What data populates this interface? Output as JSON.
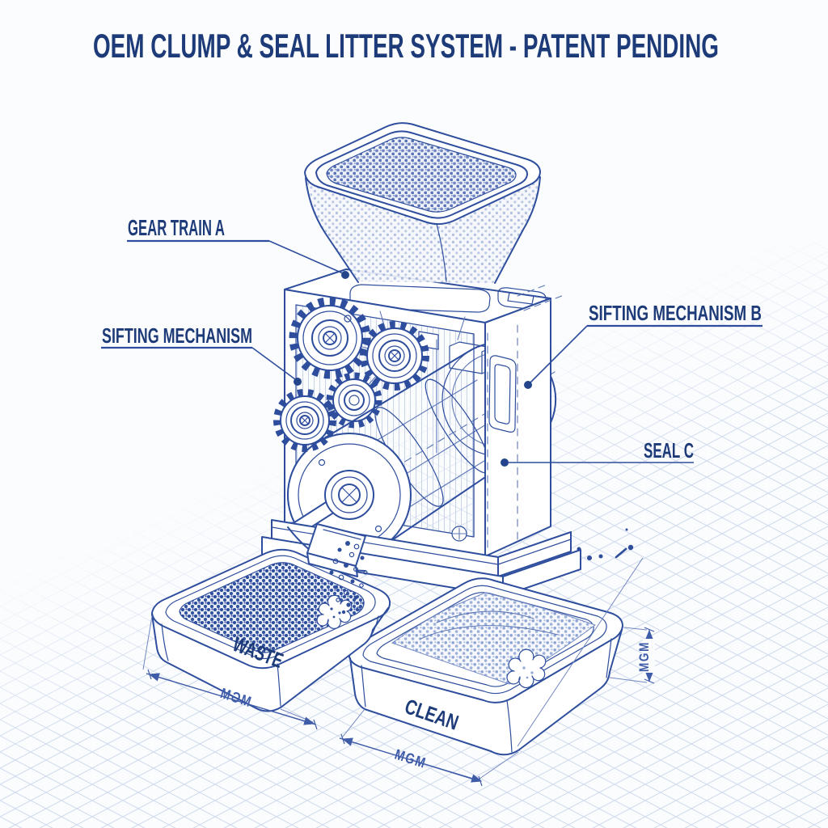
{
  "title": "OEM CLUMP & SEAL LITTER SYSTEM - PATENT PENDING",
  "callouts": {
    "gear_train_a": "GEAR TRAIN A",
    "sifting_mechanism": "SIFTING MECHANISM",
    "sifting_mechanism_b": "SIFTING MECHANISM B",
    "seal_c": "SEAL C"
  },
  "trays": {
    "waste_label": "WASTE",
    "clean_label": "CLEAN"
  },
  "dimensions": {
    "waste_width_label": "MGM",
    "clean_width_label": "MGM",
    "clean_height_label": "MGM"
  },
  "colors": {
    "ink": "#2e4e9d",
    "label_text": "#1d3b78",
    "dimension": "#3f5ca8",
    "grid": "#c9d6eb",
    "granules_dark": "#2e4d9b",
    "granules_light": "#8ea5d6",
    "background": "#fbfcfe"
  }
}
